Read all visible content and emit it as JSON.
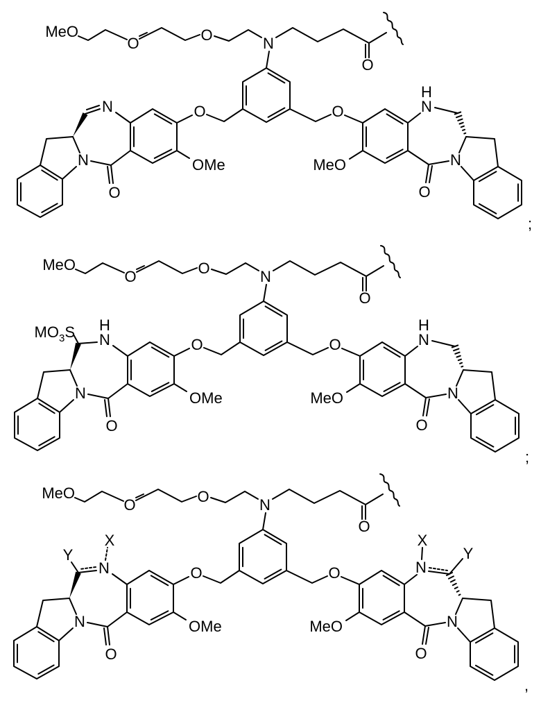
{
  "atoms": {
    "methoxy_left": "MeO",
    "oxygen": "O",
    "nitrogen": "N",
    "methoxy_right": "OMe",
    "hydrogen": "H"
  },
  "structures": [
    {
      "variant": "imine",
      "terminator": ";"
    },
    {
      "variant": "sulfonate",
      "sulfonate": {
        "main": "MO",
        "sub": "3",
        "tail": "S"
      },
      "terminator": ";"
    },
    {
      "variant": "xy",
      "x_label": "X",
      "y_label": "Y",
      "terminator": ","
    }
  ]
}
